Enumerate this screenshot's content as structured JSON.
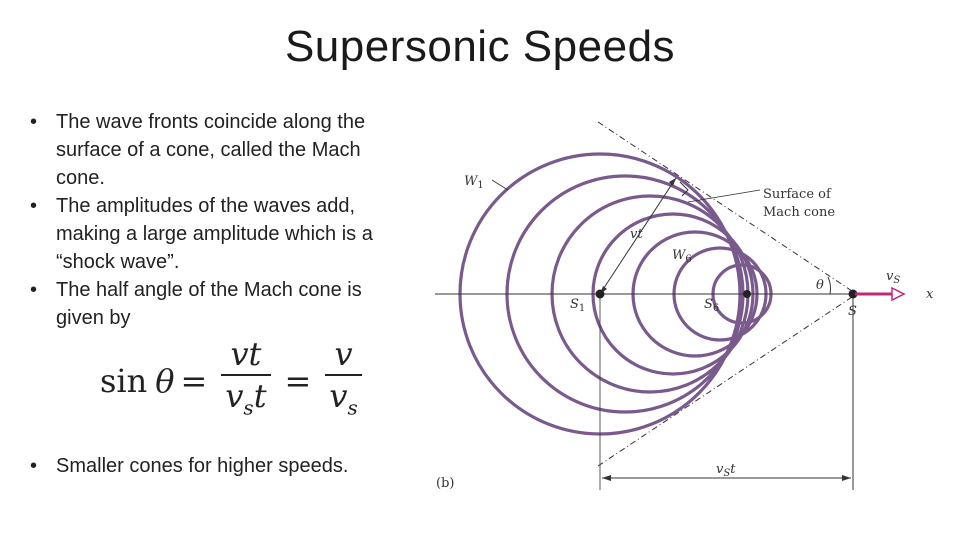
{
  "slide": {
    "title": "Supersonic Speeds",
    "bullets": [
      "The wave fronts coincide along the surface of a cone, called the Mach cone.",
      "The amplitudes of the waves add, making a large amplitude which is a “shock wave”.",
      "The half angle of the Mach cone is given by"
    ],
    "last_bullet": "Smaller cones for higher speeds.",
    "bullet_glyph": "•"
  },
  "formula": {
    "fn": "sin",
    "var": "θ",
    "equals": "=",
    "frac1": {
      "num": "vt",
      "den_main": "v",
      "den_sub": "s",
      "den_tail": "t"
    },
    "frac2": {
      "num": "v",
      "den_main": "v",
      "den_sub": "s"
    }
  },
  "figure": {
    "labels": {
      "w1": "W",
      "w1_sub": "1",
      "w6": "W",
      "w6_sub": "6",
      "vt": "vt",
      "surface_line1": "Surface of",
      "surface_line2": "Mach cone",
      "theta": "θ",
      "vs": "v",
      "vs_sub": "S",
      "x": "x",
      "s1": "S",
      "s1_sub": "1",
      "s6": "S",
      "s6_sub": "6",
      "s": "S",
      "panel": "(b)",
      "vst": "v",
      "vst_sub": "S",
      "vst_tail": "t"
    },
    "colors": {
      "wave": "#7a5a8c",
      "velocity_arrow": "#c0267a",
      "line": "#333333"
    }
  }
}
